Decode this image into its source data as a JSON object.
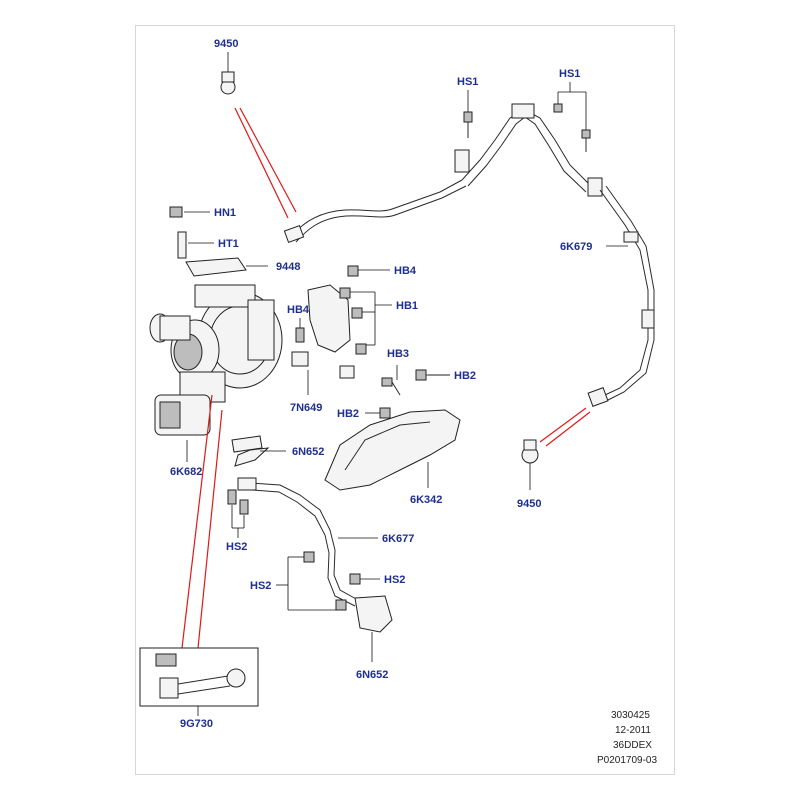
{
  "callouts": {
    "c9450_top": "9450",
    "chs1_a": "HS1",
    "chs1_b": "HS1",
    "chn1": "HN1",
    "cht1": "HT1",
    "c9448": "9448",
    "chb4_a": "HB4",
    "chb1": "HB1",
    "chb4_b": "HB4",
    "chb3": "HB3",
    "chb2_a": "HB2",
    "c6k679": "6K679",
    "c7n649": "7N649",
    "chb2_b": "HB2",
    "c6n652_a": "6N652",
    "c6k682": "6K682",
    "c6k342": "6K342",
    "c9450_bot": "9450",
    "chs2_a": "HS2",
    "c6k677": "6K677",
    "chs2_b": "HS2",
    "chs2_c": "HS2",
    "c6n652_b": "6N652",
    "c9g730": "9G730"
  },
  "footer": {
    "line1": "3030425",
    "line2": "12-2011",
    "line3": "36DDEX",
    "line4": "P0201709-03"
  },
  "colors": {
    "callout": "#1f2f8f",
    "leader_red": "#e01818"
  }
}
